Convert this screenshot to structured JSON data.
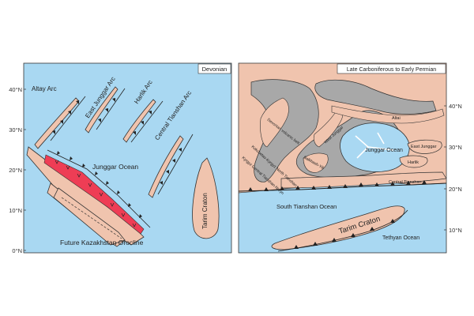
{
  "left_panel": {
    "title": "Devonian",
    "lat_ticks": [
      "40°N",
      "30°N",
      "20°N",
      "10°N",
      "0°N"
    ],
    "labels": {
      "altay": "Altay Arc",
      "east_junggar": "East Junggar Arc",
      "harlik": "Harlik Arc",
      "central_tianshan": "Central Tianshan Arc",
      "junggar_ocean": "Junggar Ocean",
      "tarim": "Tarim Craton",
      "kazakhstan": "Future Kazakhstan Orocline"
    }
  },
  "right_panel": {
    "title": "Late Carboniferous to Early Permian",
    "lat_ticks": [
      "40°N",
      "30°N",
      "20°N",
      "10°N"
    ],
    "labels": {
      "altai": "Altai",
      "west_junggar": "West Junggar",
      "junggar_ocean": "Junggar Ocean",
      "east_junggar": "East Junggar",
      "harlik": "Harlik",
      "central_tianshan": "Central Tianshan",
      "devonian_belt": "Devonian volcanic belt",
      "kokchetav": "Kokchetav-Kyrgyz North Tianshan",
      "kyrgyz_central": "Kyrgyz Central Tianshan-Naryn",
      "balkhash": "Balkhash-Yili",
      "south_tianshan": "South Tianshan Ocean",
      "tarim": "Tarim Craton",
      "tethyan": "Tethyan Ocean"
    }
  },
  "colors": {
    "ocean": "#a9d8f2",
    "land": "#f0c4ae",
    "gray": "#a8a8a8",
    "arc_red": "#ee3d55",
    "line": "#222222"
  }
}
